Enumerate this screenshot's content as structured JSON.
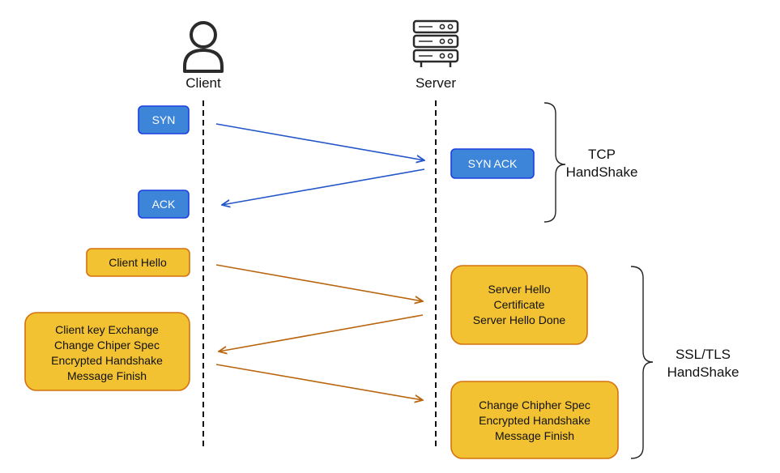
{
  "actors": {
    "client": {
      "label": "Client",
      "icon": "user-icon"
    },
    "server": {
      "label": "Server",
      "icon": "server-rack-icon"
    }
  },
  "colors": {
    "tcp_fill": "#3d85d8",
    "tcp_border": "#1c3fe0",
    "tcp_text": "#ffffff",
    "tcp_arrow": "#2456c9",
    "tls_fill": "#f2c233",
    "tls_border": "#d4720f",
    "tls_text": "#111111",
    "tls_arrow": "#b8650e"
  },
  "messages": {
    "syn": [
      "SYN"
    ],
    "syn_ack": [
      "SYN ACK"
    ],
    "ack": [
      "ACK"
    ],
    "client_hello": [
      "Client Hello"
    ],
    "server_hello": [
      "Server Hello",
      "Certificate",
      "Server Hello Done"
    ],
    "client_key_exchange": [
      "Client key Exchange",
      "Change Chiper Spec",
      "Encrypted Handshake",
      "Message Finish"
    ],
    "server_change_cipher": [
      "Change Chipher Spec",
      "Encrypted Handshake",
      "Message Finish"
    ]
  },
  "groups": {
    "tcp": [
      "TCP",
      "HandShake"
    ],
    "tls": [
      "SSL/TLS",
      "HandShake"
    ]
  }
}
